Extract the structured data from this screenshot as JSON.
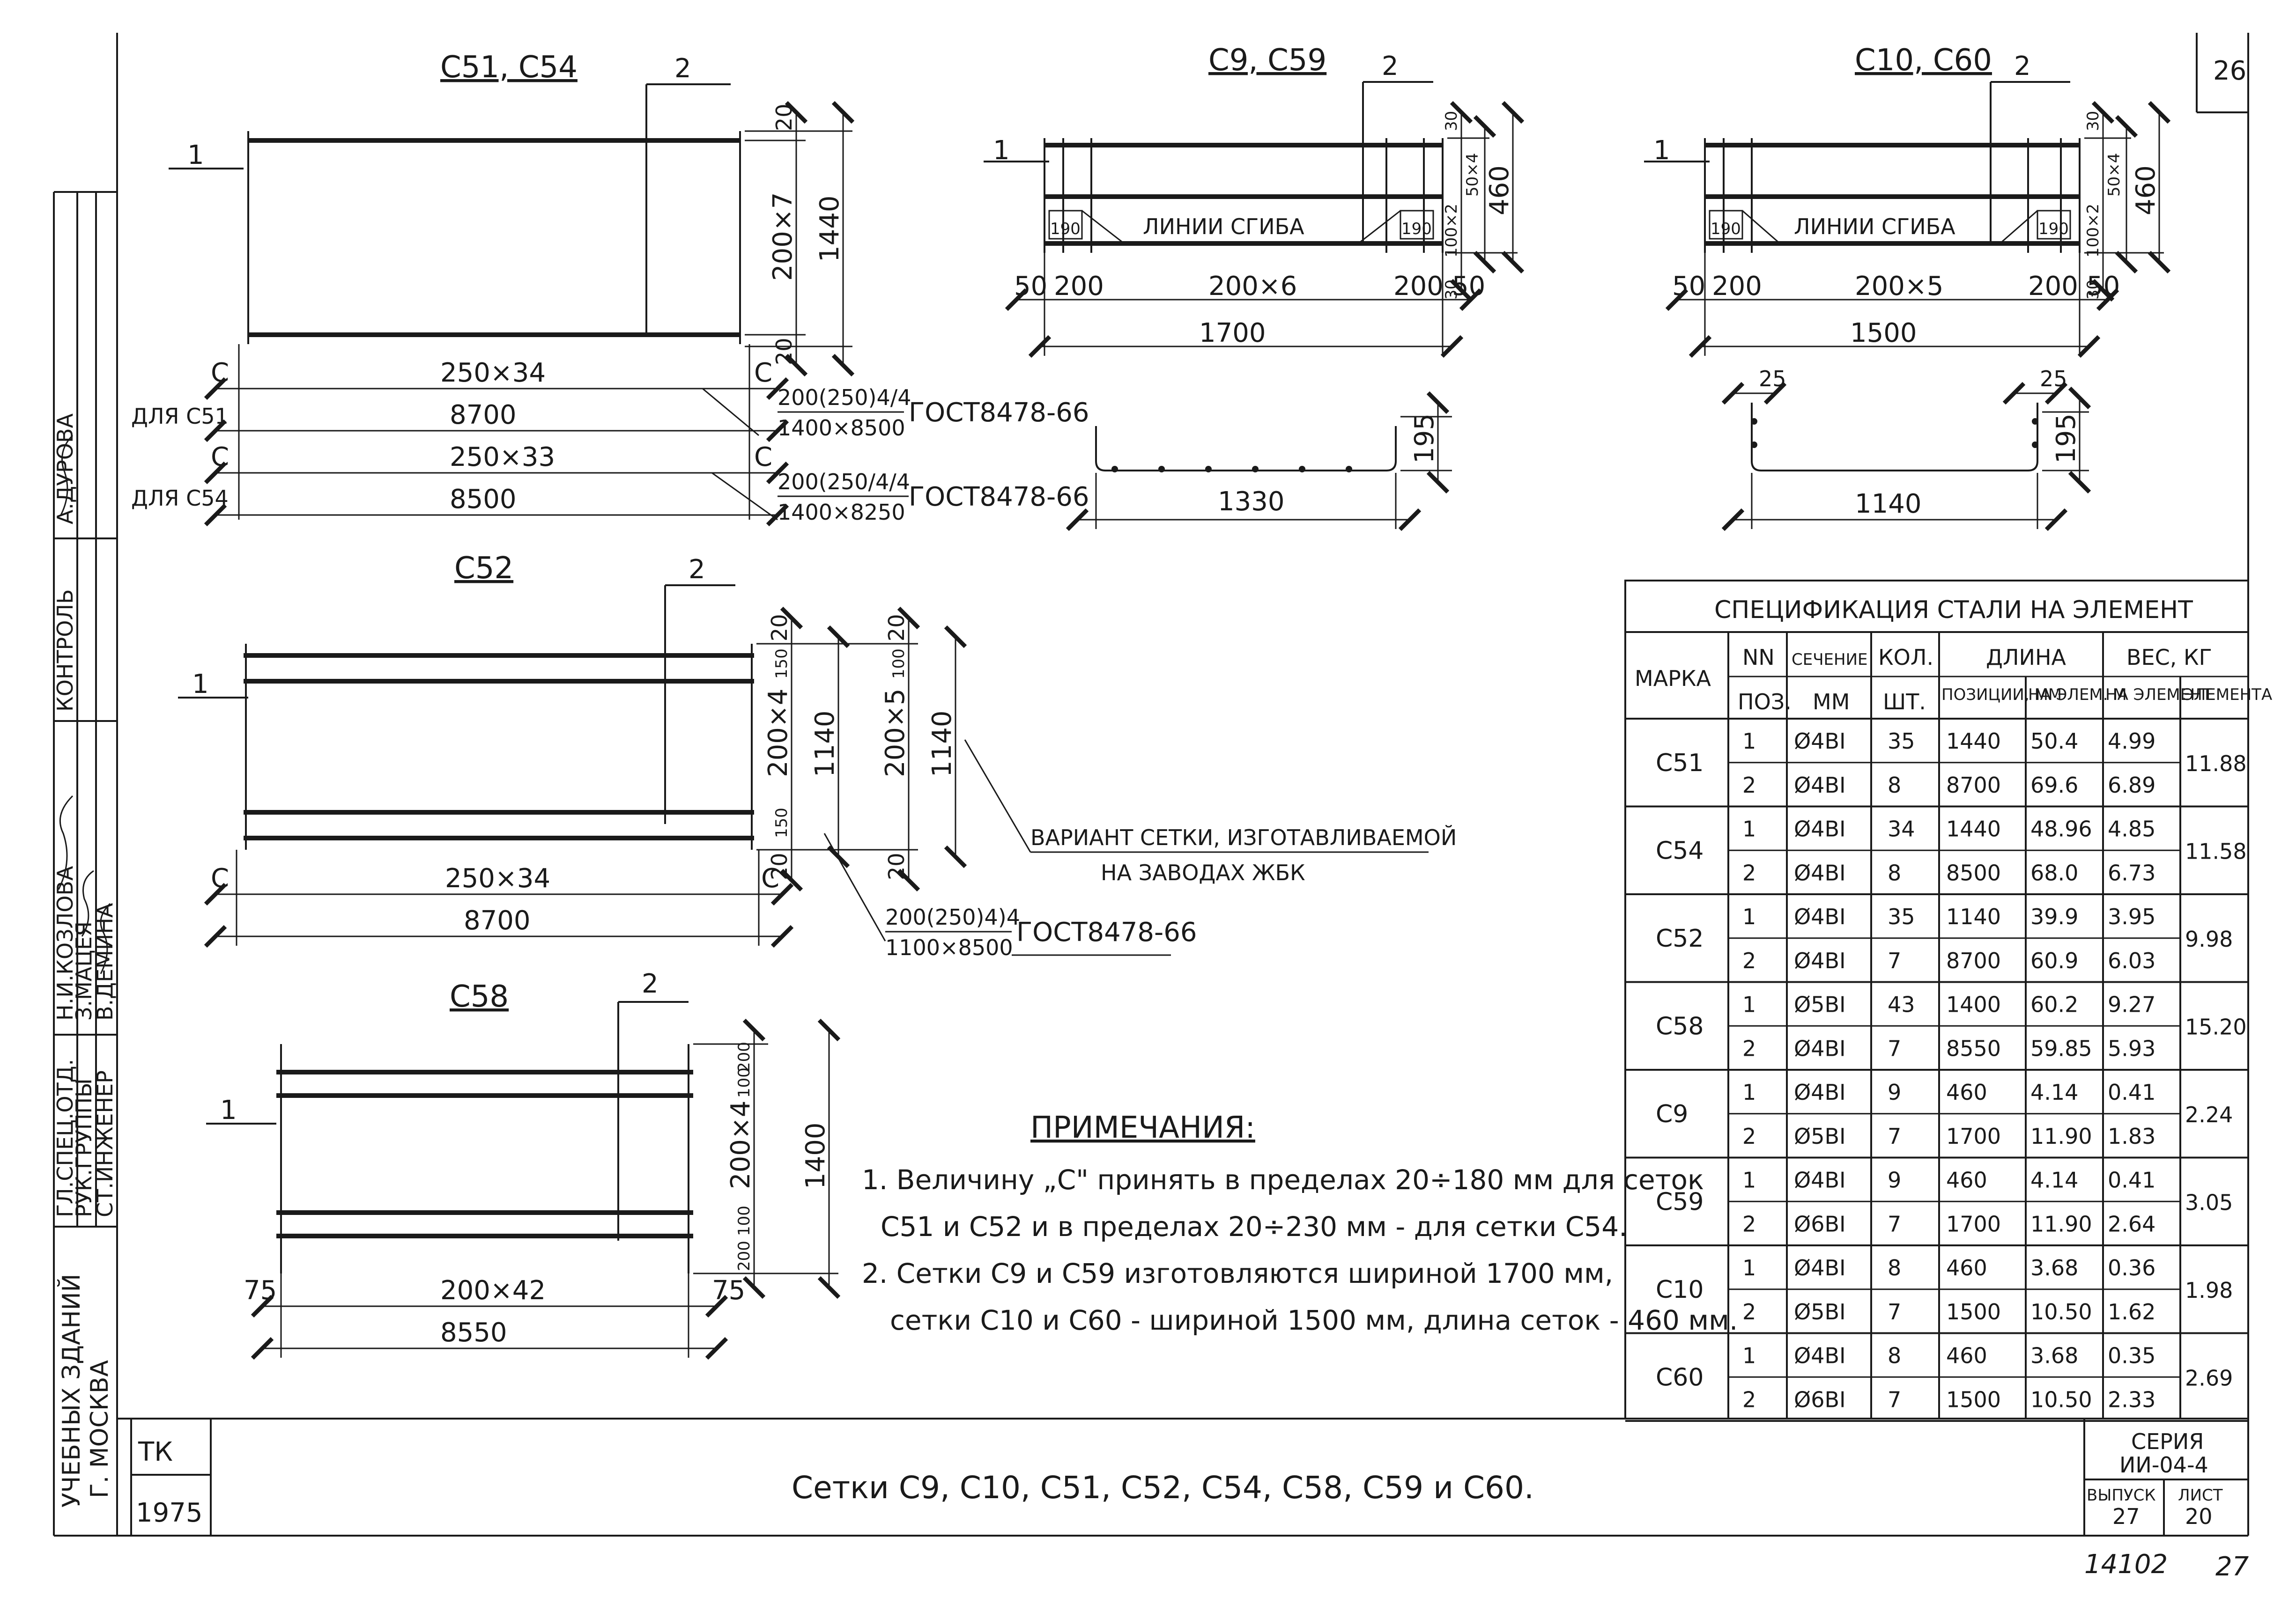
{
  "sheet_number_corner": "26",
  "page_number_bottom": "27",
  "archive_number": "14102",
  "title_block": {
    "organization": [
      "УЧЕБНЫХ ЗДАНИЙ",
      "Г. МОСКВА"
    ],
    "org_code": "ТК",
    "year": "1975",
    "title": "Сетки С9, С10, С51, С52, С54, С58, С59 и С60.",
    "series_label": "СЕРИЯ",
    "series": "ИИ-04-4",
    "issue_label": "ВЫПУСК",
    "issue": "27",
    "sheet_label": "ЛИСТ",
    "sheet": "20"
  },
  "signatures": [
    {
      "role": "ГЛ.СПЕЦ.ОТД.",
      "name": "Н.И.КОЗЛОВА"
    },
    {
      "role": "РУК.ГРУППЫ",
      "name": "З.МАЦЕЯ"
    },
    {
      "role": "СТ.ИНЖЕНЕР",
      "name": "В.ДЕМИНА"
    },
    {
      "role": "КОНТРОЛЬ",
      "name": "А.ДУРОВА"
    }
  ],
  "drawings": {
    "c51_c54": {
      "title": "С51, С54",
      "pos1": "1",
      "pos2": "2",
      "edge_top": "20",
      "spacing": "200×7",
      "overall": "1440",
      "edge_bottom": "20",
      "c_label": "С",
      "for_c51": "ДЛЯ С51",
      "spacing_c51": "250×34",
      "length_c51": "8700",
      "for_c54": "ДЛЯ С54",
      "spacing_c54": "250×33",
      "length_c54": "8500",
      "mark_c51_top": "200(250)4/4",
      "mark_c51_bottom": "1400×8500",
      "gost_c51": "ГОСТ8478-66",
      "mark_c54_top": "200(250/4/4",
      "mark_c54_bottom": "1400×8250",
      "gost_c54": "ГОСТ8478-66"
    },
    "c9_c59": {
      "title": "С9, С59",
      "pos1": "1",
      "pos2": "2",
      "fold_label": "ЛИНИИ СГИБА",
      "fold_dim": "190",
      "edge": "50",
      "end_gap": "200",
      "spacing": "200×6",
      "width": "1700",
      "dim_30": "30",
      "dim_50x4": "50×4",
      "dim_100x2": "100×2",
      "overall": "460",
      "section_height": "195",
      "section_width": "1330"
    },
    "c10_c60": {
      "title": "С10, С60",
      "pos1": "1",
      "pos2": "2",
      "fold_label": "ЛИНИИ СГИБА",
      "fold_dim": "190",
      "edge": "50",
      "end_gap": "200",
      "spacing": "200×5",
      "width": "1500",
      "dim_30": "30",
      "dim_50x4": "50×4",
      "dim_100x2": "100×2",
      "overall": "460",
      "section_edge": "25",
      "section_height": "195",
      "section_width": "1140"
    },
    "c52": {
      "title": "С52",
      "pos1": "1",
      "pos2": "2",
      "c_label": "С",
      "spacing": "250×34",
      "length": "8700",
      "dim_20": "20",
      "dim_150": "150",
      "spacing_v": "200×4",
      "overall": "1140",
      "dim_100": "100",
      "spacing_v_alt": "200×5",
      "overall_alt": "1140",
      "variant_line1": "ВАРИАНТ СЕТКИ, ИЗГОТАВЛИВАЕМОЙ",
      "variant_line2": "НА ЗАВОДАХ ЖБК",
      "mark_top": "200(250)4)4",
      "mark_bottom": "1100×8500",
      "gost": "ГОСТ8478-66"
    },
    "c58": {
      "title": "С58",
      "pos1": "1",
      "pos2": "2",
      "edge": "75",
      "spacing": "200×42",
      "length": "8550",
      "dim_200": "200",
      "dim_100": "100",
      "spacing_v": "200×4",
      "overall": "1400"
    }
  },
  "notes": {
    "title": "ПРИМЕЧАНИЯ:",
    "lines": [
      "1. Величину „С\" принять в пределах 20÷180 мм для сеток",
      "С51 и С52 и в пределах 20÷230 мм - для сетки С54.",
      "2. Сетки С9 и С59 изготовляются шириной 1700 мм,",
      "сетки С10 и С60 - шириной 1500 мм, длина сеток - 460 мм."
    ]
  },
  "spec_table": {
    "title": "СПЕЦИФИКАЦИЯ СТАЛИ НА ЭЛЕМЕНТ",
    "headers": {
      "mark": "МАРКА",
      "pos_top": "NN",
      "pos_bottom": "ПОЗ.",
      "section_top": "СЕЧЕНИЕ",
      "section_bottom": "ММ",
      "qty_top": "КОЛ.",
      "qty_bottom": "ШТ.",
      "length": "ДЛИНА",
      "len_pos": "ПОЗИЦИИ, ММ",
      "len_elem": "НА ЭЛЕМ. М",
      "weight": "ВЕС, КГ",
      "w_elem": "НА ЭЛЕМЕНТ",
      "w_total": "ЭЛЕМЕНТА"
    },
    "rows": [
      {
        "mark": "С51",
        "total": "11.88",
        "items": [
          [
            "1",
            "Ø4ВⅠ",
            "35",
            "1440",
            "50.4",
            "4.99"
          ],
          [
            "2",
            "Ø4ВⅠ",
            "8",
            "8700",
            "69.6",
            "6.89"
          ]
        ]
      },
      {
        "mark": "С54",
        "total": "11.58",
        "items": [
          [
            "1",
            "Ø4ВⅠ",
            "34",
            "1440",
            "48.96",
            "4.85"
          ],
          [
            "2",
            "Ø4ВⅠ",
            "8",
            "8500",
            "68.0",
            "6.73"
          ]
        ]
      },
      {
        "mark": "С52",
        "total": "9.98",
        "items": [
          [
            "1",
            "Ø4ВⅠ",
            "35",
            "1140",
            "39.9",
            "3.95"
          ],
          [
            "2",
            "Ø4ВⅠ",
            "7",
            "8700",
            "60.9",
            "6.03"
          ]
        ]
      },
      {
        "mark": "С58",
        "total": "15.20",
        "items": [
          [
            "1",
            "Ø5ВⅠ",
            "43",
            "1400",
            "60.2",
            "9.27"
          ],
          [
            "2",
            "Ø4ВⅠ",
            "7",
            "8550",
            "59.85",
            "5.93"
          ]
        ]
      },
      {
        "mark": "С9",
        "total": "2.24",
        "items": [
          [
            "1",
            "Ø4ВⅠ",
            "9",
            "460",
            "4.14",
            "0.41"
          ],
          [
            "2",
            "Ø5ВⅠ",
            "7",
            "1700",
            "11.90",
            "1.83"
          ]
        ]
      },
      {
        "mark": "С59",
        "total": "3.05",
        "items": [
          [
            "1",
            "Ø4ВⅠ",
            "9",
            "460",
            "4.14",
            "0.41"
          ],
          [
            "2",
            "Ø6ВⅠ",
            "7",
            "1700",
            "11.90",
            "2.64"
          ]
        ]
      },
      {
        "mark": "С10",
        "total": "1.98",
        "items": [
          [
            "1",
            "Ø4ВⅠ",
            "8",
            "460",
            "3.68",
            "0.36"
          ],
          [
            "2",
            "Ø5ВⅠ",
            "7",
            "1500",
            "10.50",
            "1.62"
          ]
        ]
      },
      {
        "mark": "С60",
        "total": "2.69",
        "items": [
          [
            "1",
            "Ø4ВⅠ",
            "8",
            "460",
            "3.68",
            "0.35"
          ],
          [
            "2",
            "Ø6ВⅠ",
            "7",
            "1500",
            "10.50",
            "2.33"
          ]
        ]
      }
    ]
  }
}
